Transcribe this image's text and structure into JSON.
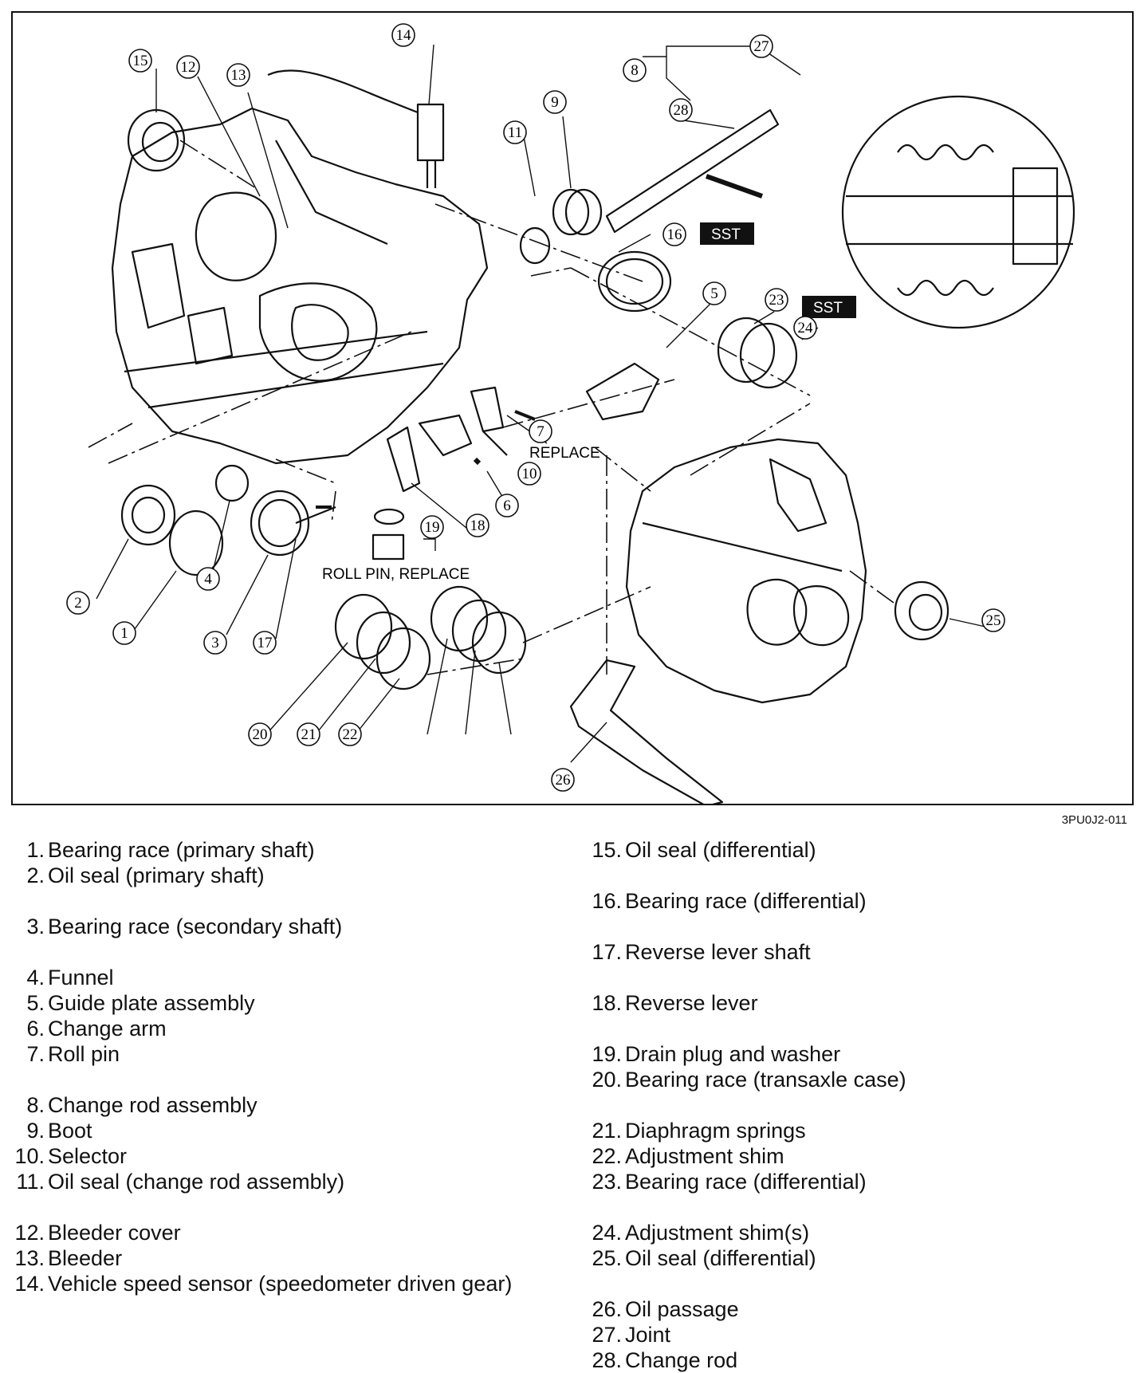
{
  "figure": {
    "code": "3PU0J2-011",
    "annotations": {
      "sst": "SST",
      "replace": "REPLACE",
      "roll_pin_replace": "ROLL PIN, REPLACE"
    },
    "callouts": [
      "1",
      "2",
      "3",
      "4",
      "5",
      "6",
      "7",
      "8",
      "9",
      "10",
      "11",
      "12",
      "13",
      "14",
      "15",
      "16",
      "17",
      "18",
      "19",
      "20",
      "21",
      "22",
      "23",
      "24",
      "25",
      "26",
      "27",
      "28"
    ]
  },
  "legend": [
    {
      "num": "1.",
      "text": "Bearing race (primary shaft)"
    },
    {
      "num": "2.",
      "text": "Oil seal (primary shaft)"
    },
    {
      "num": "3.",
      "text": "Bearing race (secondary shaft)"
    },
    {
      "num": "4.",
      "text": "Funnel"
    },
    {
      "num": "5.",
      "text": "Guide plate assembly"
    },
    {
      "num": "6.",
      "text": "Change arm"
    },
    {
      "num": "7.",
      "text": "Roll pin"
    },
    {
      "num": "8.",
      "text": "Change rod assembly"
    },
    {
      "num": "9.",
      "text": "Boot"
    },
    {
      "num": "10.",
      "text": "Selector"
    },
    {
      "num": "11.",
      "text": "Oil seal (change rod assembly)"
    },
    {
      "num": "12.",
      "text": "Bleeder cover"
    },
    {
      "num": "13.",
      "text": "Bleeder"
    },
    {
      "num": "14.",
      "text": "Vehicle speed sensor (speedometer driven gear)"
    },
    {
      "num": "15.",
      "text": "Oil seal (differential)"
    },
    {
      "num": "16.",
      "text": "Bearing race (differential)"
    },
    {
      "num": "17.",
      "text": "Reverse lever shaft"
    },
    {
      "num": "18.",
      "text": "Reverse lever"
    },
    {
      "num": "19.",
      "text": "Drain plug and washer"
    },
    {
      "num": "20.",
      "text": "Bearing race (transaxle case)"
    },
    {
      "num": "21.",
      "text": "Diaphragm springs"
    },
    {
      "num": "22.",
      "text": "Adjustment shim"
    },
    {
      "num": "23.",
      "text": "Bearing race (differential)"
    },
    {
      "num": "24.",
      "text": "Adjustment shim(s)"
    },
    {
      "num": "25.",
      "text": "Oil seal (differential)"
    },
    {
      "num": "26.",
      "text": "Oil passage"
    },
    {
      "num": "27.",
      "text": "Joint"
    },
    {
      "num": "28.",
      "text": "Change rod"
    }
  ]
}
